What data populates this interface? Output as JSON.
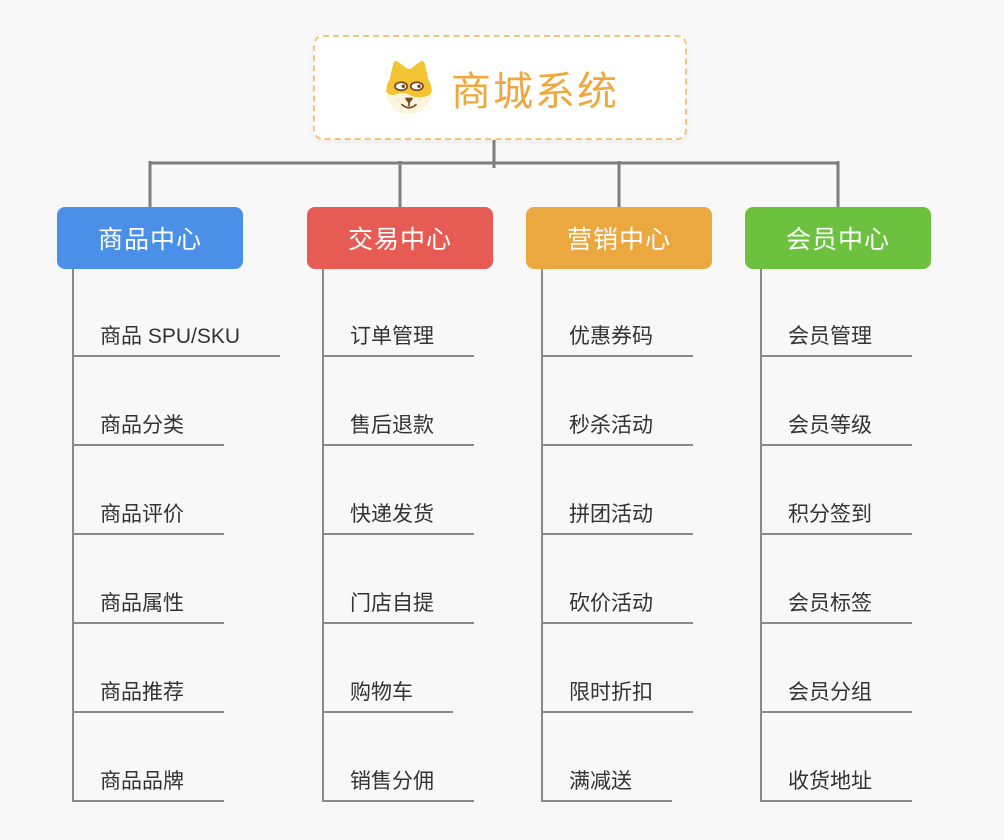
{
  "root": {
    "title": "商城系统",
    "icon": "doge-face-icon",
    "text_color": "#f0a73d",
    "border_color": "#f1c57f"
  },
  "connectors": {
    "main_color": "#7e7e7e",
    "sub_color": "#8a8a8a"
  },
  "branches": [
    {
      "slug": "product-center",
      "label": "商品中心",
      "color": "#4a90e8",
      "items": [
        "商品 SPU/SKU",
        "商品分类",
        "商品评价",
        "商品属性",
        "商品推荐",
        "商品品牌"
      ]
    },
    {
      "slug": "trade-center",
      "label": "交易中心",
      "color": "#e65c55",
      "items": [
        "订单管理",
        "售后退款",
        "快递发货",
        "门店自提",
        "购物车",
        "销售分佣"
      ]
    },
    {
      "slug": "marketing-center",
      "label": "营销中心",
      "color": "#eaa83e",
      "items": [
        "优惠券码",
        "秒杀活动",
        "拼团活动",
        "砍价活动",
        "限时折扣",
        "满减送"
      ]
    },
    {
      "slug": "member-center",
      "label": "会员中心",
      "color": "#6cc13e",
      "items": [
        "会员管理",
        "会员等级",
        "积分签到",
        "会员标签",
        "会员分组",
        "收货地址"
      ]
    }
  ]
}
